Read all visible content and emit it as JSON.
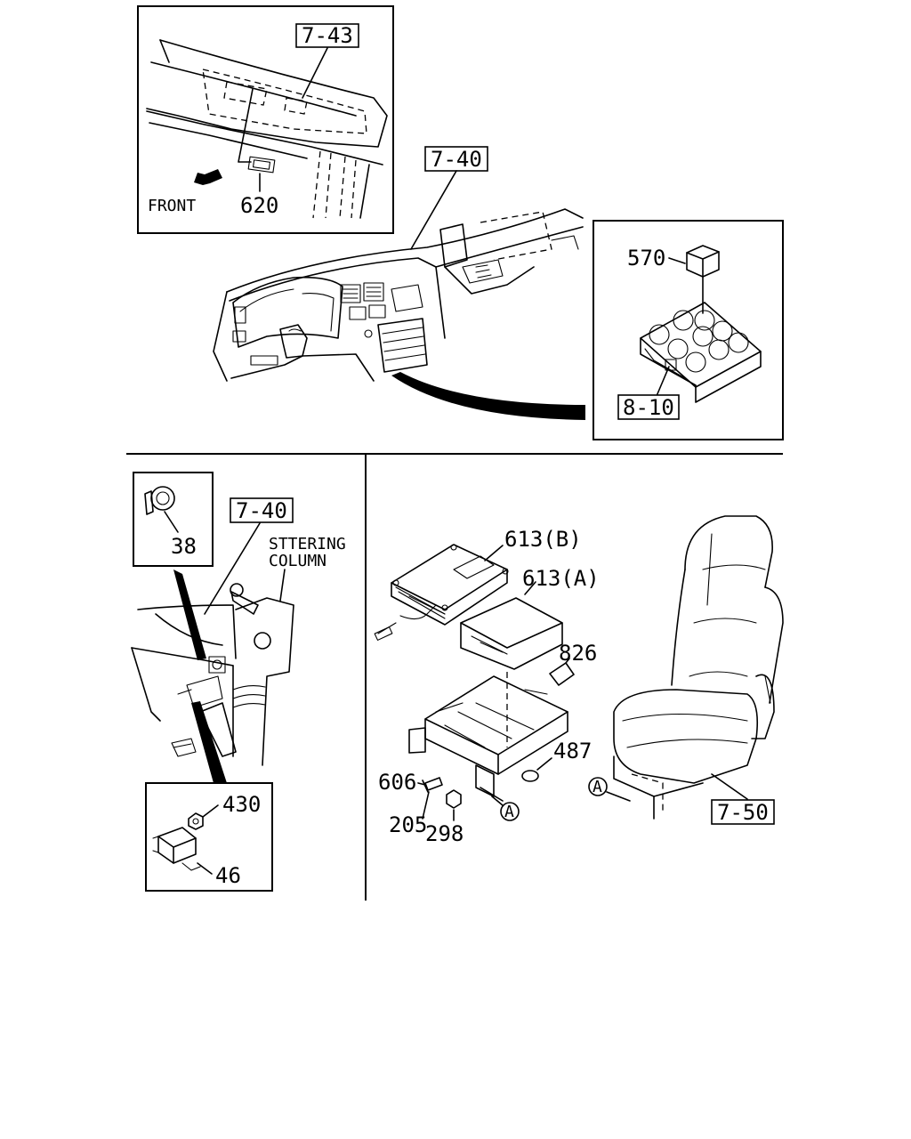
{
  "refs": {
    "r743": "7-43",
    "r740_top": "7-40",
    "r810": "8-10",
    "r740_bottom": "7-40",
    "r750": "7-50"
  },
  "parts": {
    "p620": "620",
    "p570": "570",
    "p38": "38",
    "p430": "430",
    "p46": "46",
    "p613b": "613(B)",
    "p613a": "613(A)",
    "p826": "826",
    "p487": "487",
    "p606": "606",
    "p205": "205",
    "p298": "298"
  },
  "text": {
    "front": "FRONT",
    "steering_line1": "STTERING",
    "steering_line2": "COLUMN",
    "marker_a": "A"
  },
  "icons": [
    "front-arrow-icon",
    "relay-icon",
    "fuse-box-icon",
    "ecu-icon",
    "seat-icon"
  ]
}
